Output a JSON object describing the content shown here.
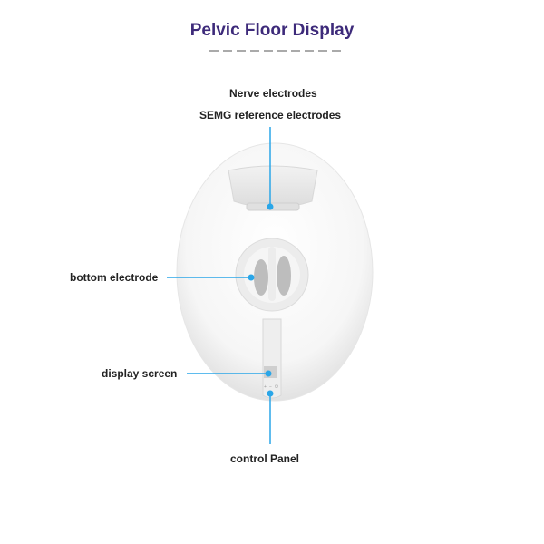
{
  "title": "Pelvic Floor Display",
  "colors": {
    "title": "#3d2a7a",
    "callout_line": "#2aa6e8",
    "divider": "#aaaaaa"
  },
  "labels": {
    "nerve": "Nerve electrodes",
    "semg": "SEMG reference electrodes",
    "bottom": "bottom electrode",
    "display": "display screen",
    "control": "control Panel"
  },
  "control_buttons": [
    "+",
    "−",
    "⏻"
  ]
}
